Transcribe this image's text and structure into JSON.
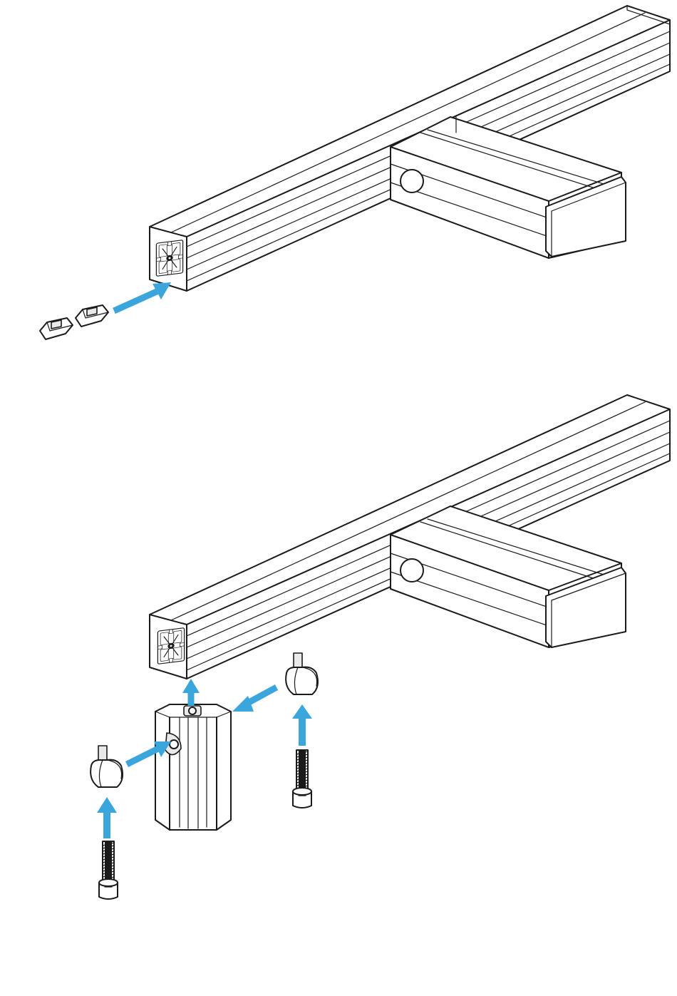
{
  "figure": {
    "steps": [
      {
        "id": "step-1",
        "parts": [
          "extrusion-profile-main",
          "extrusion-profile-branch",
          "end-cap",
          "t-slot-nut",
          "t-slot-nut"
        ],
        "arrows": 1
      },
      {
        "id": "step-2",
        "parts": [
          "extrusion-profile-main",
          "extrusion-profile-branch",
          "end-cap",
          "vertical-post",
          "connector-fastener",
          "connector-fastener",
          "socket-head-screw",
          "socket-head-screw"
        ],
        "arrows": 5
      }
    ],
    "colors": {
      "arrow": "#3aa6dc",
      "line": "#1a1a1a",
      "background": "#ffffff"
    }
  }
}
